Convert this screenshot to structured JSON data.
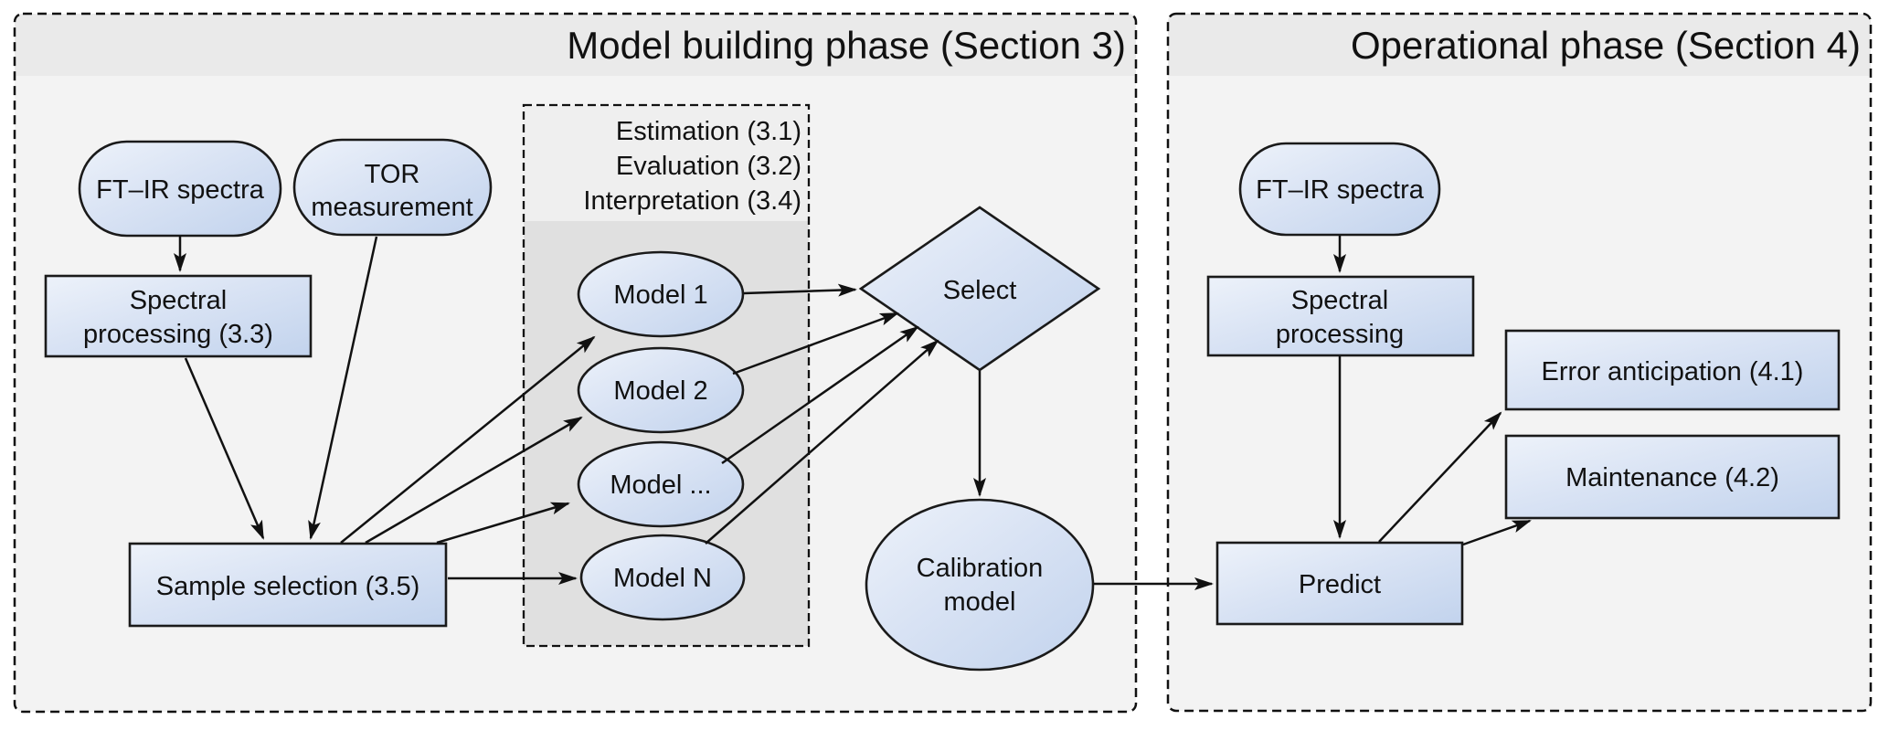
{
  "diagram": {
    "left_panel": {
      "title": "Model building phase (Section 3)",
      "inner_box": {
        "line1": "Estimation (3.1)",
        "line2": "Evaluation (3.2)",
        "line3": "Interpretation (3.4)"
      },
      "nodes": {
        "ftir_spectra": "FT–IR spectra",
        "tor_line1": "TOR",
        "tor_line2": "measurement",
        "spectral_line1": "Spectral",
        "spectral_line2": "processing (3.3)",
        "sample_selection": "Sample selection (3.5)",
        "model_1": "Model 1",
        "model_2": "Model 2",
        "model_dots": "Model ...",
        "model_n": "Model N",
        "select": "Select",
        "calibration_line1": "Calibration",
        "calibration_line2": "model"
      }
    },
    "right_panel": {
      "title": "Operational phase (Section 4)",
      "nodes": {
        "ftir_spectra": "FT–IR spectra",
        "spectral_line1": "Spectral",
        "spectral_line2": "processing",
        "predict": "Predict",
        "error_anticipation": "Error anticipation (4.1)",
        "maintenance": "Maintenance (4.2)"
      }
    },
    "colors": {
      "node_fill_light": "#edf2fa",
      "node_fill_mid": "#d9e3f4",
      "node_fill_dark": "#c2d3ed",
      "node_border": "#1a1a1a",
      "panel_bg": "#f3f3f3",
      "panel_header_bg": "#eaeaea",
      "inner_box_bg": "#e0e0e0",
      "inner_box_header_bg": "#efefef",
      "line_color": "#111111",
      "page_bg": "#ffffff"
    }
  }
}
